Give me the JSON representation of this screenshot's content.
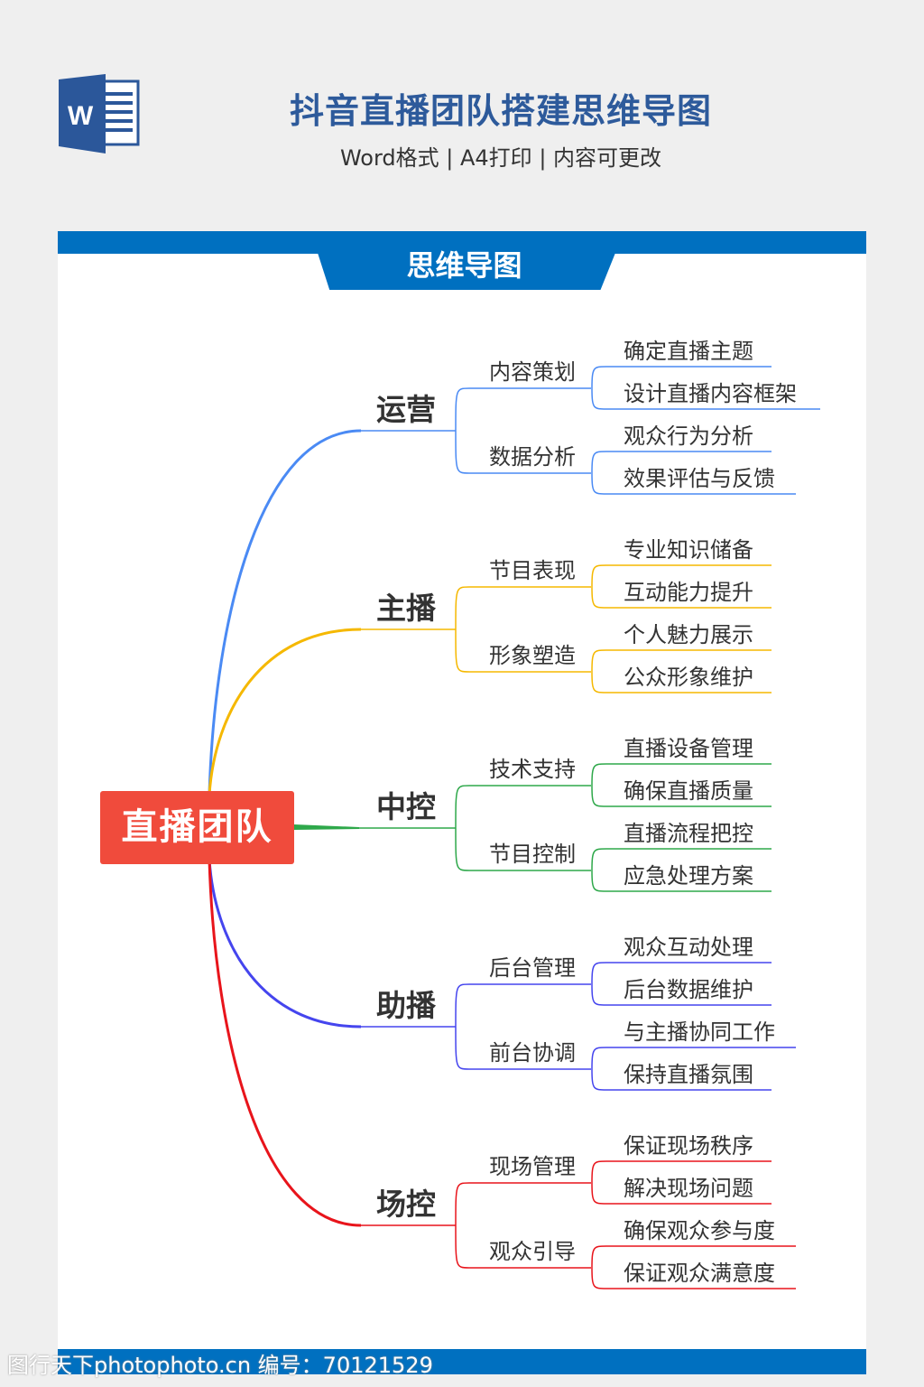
{
  "header": {
    "title": "抖音直播团队搭建思维导图",
    "subtitle": "Word格式 | A4打印 | 内容可更改",
    "icon": "word-icon",
    "icon_letter": "W"
  },
  "panel": {
    "tab_label": "思维导图"
  },
  "watermark": "图行天下photophoto.cn 编号：70121529",
  "mindmap": {
    "root": {
      "label": "直播团队",
      "color": "#f04b3c"
    },
    "branches": [
      {
        "label": "运营",
        "color": "#4a8af4",
        "subs": [
          {
            "label": "内容策划",
            "leaves": [
              "确定直播主题",
              "设计直播内容框架"
            ]
          },
          {
            "label": "数据分析",
            "leaves": [
              "观众行为分析",
              "效果评估与反馈"
            ]
          }
        ]
      },
      {
        "label": "主播",
        "color": "#f5b800",
        "subs": [
          {
            "label": "节目表现",
            "leaves": [
              "专业知识储备",
              "互动能力提升"
            ]
          },
          {
            "label": "形象塑造",
            "leaves": [
              "个人魅力展示",
              "公众形象维护"
            ]
          }
        ]
      },
      {
        "label": "中控",
        "color": "#2ea84a",
        "subs": [
          {
            "label": "技术支持",
            "leaves": [
              "直播设备管理",
              "确保直播质量"
            ]
          },
          {
            "label": "节目控制",
            "leaves": [
              "直播流程把控",
              "应急处理方案"
            ]
          }
        ]
      },
      {
        "label": "助播",
        "color": "#4545ee",
        "subs": [
          {
            "label": "后台管理",
            "leaves": [
              "观众互动处理",
              "后台数据维护"
            ]
          },
          {
            "label": "前台协调",
            "leaves": [
              "与主播协同工作",
              "保持直播氛围"
            ]
          }
        ]
      },
      {
        "label": "场控",
        "color": "#e8141b",
        "subs": [
          {
            "label": "现场管理",
            "leaves": [
              "保证现场秩序",
              "解决现场问题"
            ]
          },
          {
            "label": "观众引导",
            "leaves": [
              "确保观众参与度",
              "保证观众满意度"
            ]
          }
        ]
      }
    ]
  }
}
